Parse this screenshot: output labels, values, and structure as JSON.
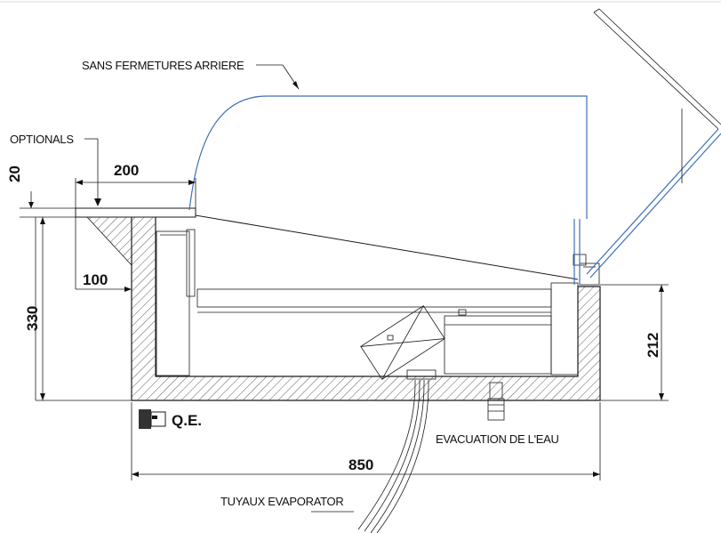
{
  "labels": {
    "rear": "SANS FERMETURES ARRIERE",
    "optionals": "OPTIONALS",
    "qe": "Q.E.",
    "drain": "EVACUATION DE L'EAU",
    "pipes": "TUYAUX EVAPORATOR"
  },
  "dimensions": {
    "d200": "200",
    "d20": "20",
    "d100": "100",
    "d330": "330",
    "d212": "212",
    "d850": "850"
  },
  "colors": {
    "outline": "#1a1a1a",
    "glass": "#3d6fb6",
    "background": "#ffffff"
  }
}
